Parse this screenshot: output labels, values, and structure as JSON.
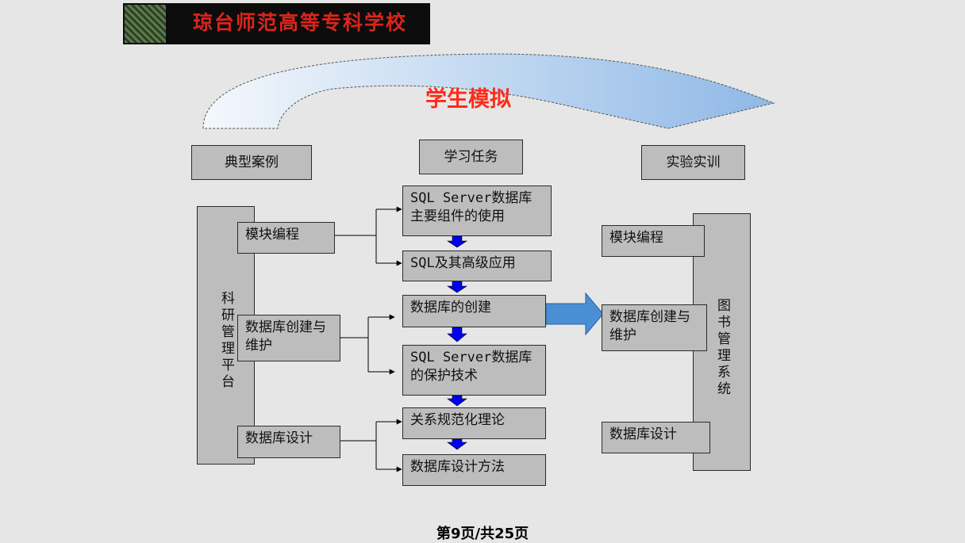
{
  "header": {
    "school_name": "琼台师范高等专科学校"
  },
  "title": "学生模拟",
  "columns": {
    "left": "典型案例",
    "middle": "学习任务",
    "right": "实验实训"
  },
  "left_platform": "科研管理平台",
  "left_items": [
    "模块编程",
    "数据库创建与维护",
    "数据库设计"
  ],
  "tasks": [
    "SQL Server数据库主要组件的使用",
    "SQL及其高级应用",
    "数据库的创建",
    "SQL Server数据库的保护技术",
    "关系规范化理论",
    "数据库设计方法"
  ],
  "right_system": "图书管理系统",
  "right_items": [
    "模块编程",
    "数据库创建与维护",
    "数据库设计"
  ],
  "footer": "第9页/共25页",
  "colors": {
    "title": "#ff2a1a",
    "box_fill": "#bdbdbd",
    "arrow_blue": "#4a8fd4",
    "down_arrow": "#0000ee"
  }
}
